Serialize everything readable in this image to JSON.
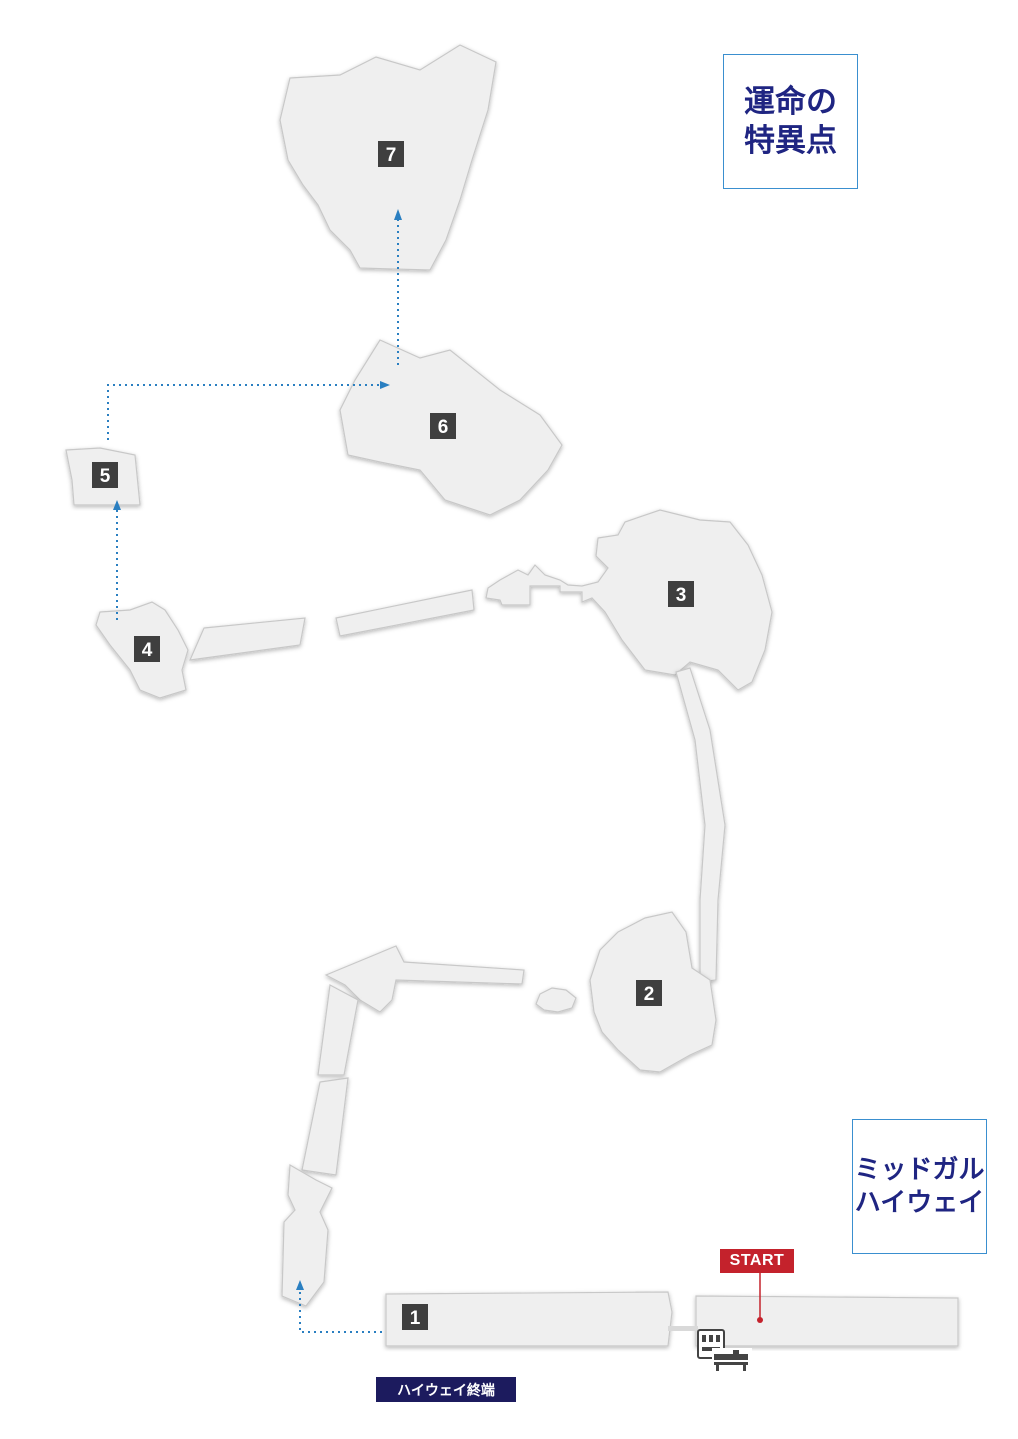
{
  "map": {
    "title_top": [
      "運命の",
      "特異点"
    ],
    "title_bottom": [
      "ミッドガル",
      "ハイウェイ"
    ],
    "start_label": "START",
    "end_label": "ハイウェイ終端",
    "area_numbers": [
      "1",
      "2",
      "3",
      "4",
      "5",
      "6",
      "7"
    ],
    "icons": [
      "vending-machine-icon",
      "bench-icon"
    ],
    "colors": {
      "area_fill": "#efefef",
      "route": "#2a7fc1",
      "number_badge": "#3f3f3f",
      "title_text": "#1f2582",
      "title_border": "#3a8fcf",
      "start_label": "#c4222c",
      "end_label": "#1c1b5e"
    }
  }
}
